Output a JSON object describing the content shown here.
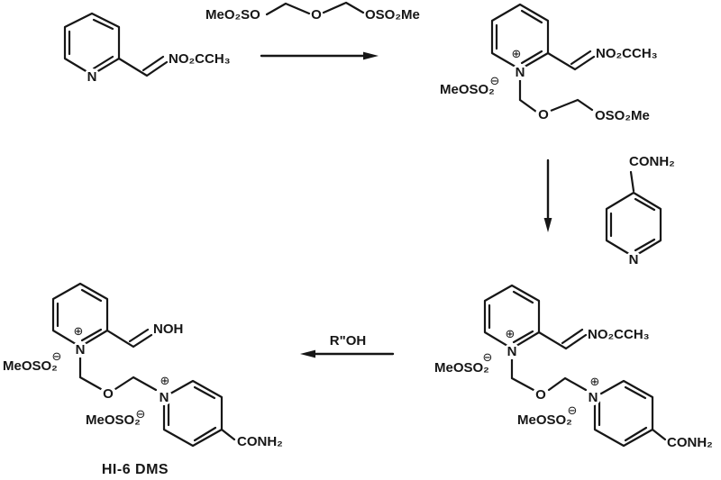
{
  "figure": {
    "type": "reaction-scheme",
    "background": "#ffffff",
    "ink": "#161616",
    "product": "HI-6 DMS"
  },
  "labels": {
    "oxime_acetate": "NO₂CCH₃",
    "mesyl_left": "MeO₂SO",
    "ether_oxygen": "O",
    "mesyl_right": "OSO₂Me",
    "ring_nitrogen": "N",
    "mesylate_counterion": "MeOSO₂",
    "plus": "⊕",
    "minus": "⊖",
    "amide": "CONH₂",
    "oxime": "NOH",
    "alcohol": "R\"OH",
    "product_name": "HI-6 DMS"
  }
}
